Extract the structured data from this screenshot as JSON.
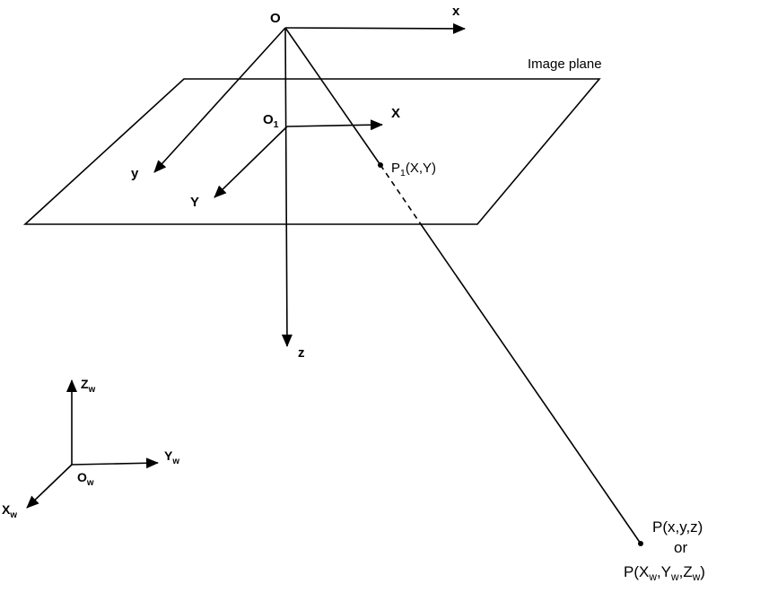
{
  "colors": {
    "background": "#ffffff",
    "stroke": "#000000",
    "text": "#000000"
  },
  "labels": {
    "camera_origin": {
      "parts": [
        {
          "text": "O"
        }
      ]
    },
    "camera_x_axis": {
      "parts": [
        {
          "text": "x"
        }
      ]
    },
    "image_plane": {
      "parts": [
        {
          "text": "Image plane"
        }
      ]
    },
    "image_origin": {
      "parts": [
        {
          "text": "O"
        },
        {
          "text": "1",
          "sub": true
        }
      ]
    },
    "image_X_axis": {
      "parts": [
        {
          "text": "X"
        }
      ]
    },
    "camera_y_axis": {
      "parts": [
        {
          "text": "y"
        }
      ]
    },
    "image_Y_axis": {
      "parts": [
        {
          "text": "Y"
        }
      ]
    },
    "image_point": {
      "parts": [
        {
          "text": "P"
        },
        {
          "text": "1",
          "sub": true
        },
        {
          "text": "(X,Y)"
        }
      ]
    },
    "camera_z_axis": {
      "parts": [
        {
          "text": "z"
        }
      ]
    },
    "world_z_axis": {
      "parts": [
        {
          "text": "Z"
        },
        {
          "text": "w",
          "sub": true
        }
      ]
    },
    "world_y_axis": {
      "parts": [
        {
          "text": "Y"
        },
        {
          "text": "w",
          "sub": true
        }
      ]
    },
    "world_origin": {
      "parts": [
        {
          "text": "O"
        },
        {
          "text": "w",
          "sub": true
        }
      ]
    },
    "world_x_axis": {
      "parts": [
        {
          "text": "X"
        },
        {
          "text": "w",
          "sub": true
        }
      ]
    },
    "world_point_line1": {
      "parts": [
        {
          "text": "P(x,y,z)"
        }
      ]
    },
    "world_point_line2": {
      "parts": [
        {
          "text": "or"
        }
      ]
    },
    "world_point_line3": {
      "parts": [
        {
          "text": "P(X"
        },
        {
          "text": "w",
          "sub": true
        },
        {
          "text": ",Y"
        },
        {
          "text": "w",
          "sub": true
        },
        {
          "text": ",Z"
        },
        {
          "text": "w",
          "sub": true
        },
        {
          "text": ")"
        }
      ]
    }
  }
}
